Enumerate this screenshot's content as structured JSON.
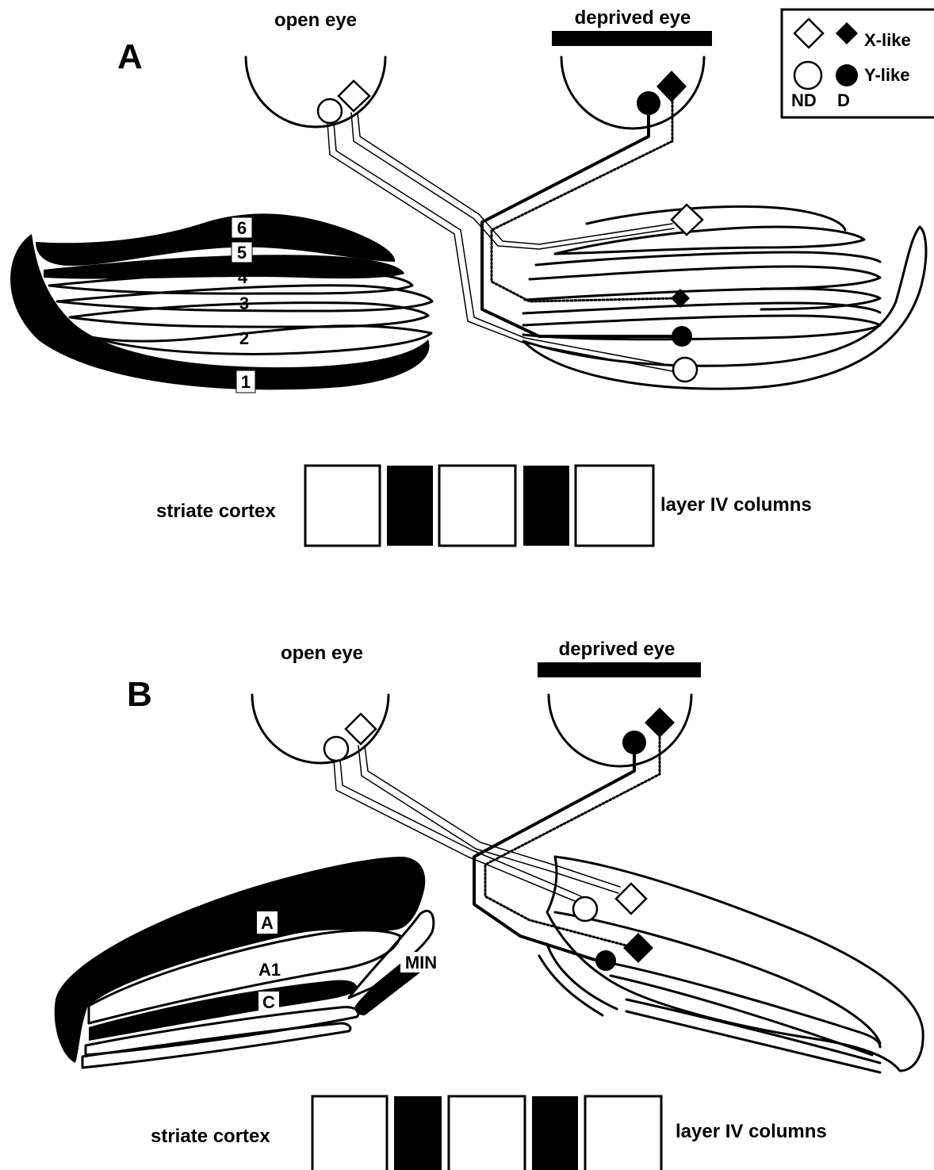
{
  "panels": [
    {
      "letter": "A",
      "open_eye_label": "open eye",
      "deprived_eye_label": "deprived eye",
      "layer_labels": [
        "6",
        "5",
        "4",
        "3",
        "2",
        "1"
      ],
      "cortex_left_label": "striate cortex",
      "cortex_right_label": "layer IV columns",
      "cortex_columns": [
        "open",
        "deprived",
        "open",
        "deprived",
        "open"
      ]
    },
    {
      "letter": "B",
      "open_eye_label": "open eye",
      "deprived_eye_label": "deprived eye",
      "layer_labels": [
        "A",
        "A1",
        "C",
        "MIN"
      ],
      "cortex_left_label": "striate  cortex",
      "cortex_right_label": "layer IV columns",
      "cortex_columns": [
        "open",
        "deprived",
        "open",
        "deprived",
        "open"
      ]
    }
  ],
  "legend": {
    "x_like": "X-like",
    "y_like": "Y-like",
    "nd": "ND",
    "d": "D"
  },
  "colors": {
    "ink": "#000000",
    "paper": "#ffffff"
  },
  "icons": [
    "open-diamond",
    "filled-diamond",
    "open-circle",
    "filled-circle"
  ]
}
